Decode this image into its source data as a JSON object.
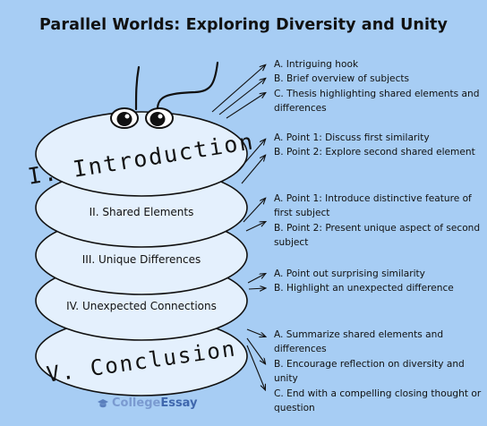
{
  "title": "Parallel Worlds: Exploring Diversity and Unity",
  "sections": [
    {
      "label": "I. Introduction"
    },
    {
      "label": "II. Shared Elements"
    },
    {
      "label": "III. Unique Differences"
    },
    {
      "label": "IV. Unexpected Connections"
    },
    {
      "label": "V. Conclusion"
    }
  ],
  "notes": {
    "introduction": [
      "A. Intriguing hook",
      "B. Brief overview of subjects",
      "C. Thesis highlighting shared elements and differences"
    ],
    "shared": [
      "A. Point 1: Discuss first similarity",
      "B. Point 2: Explore second shared element"
    ],
    "unique": [
      "A. Point 1: Introduce distinctive feature of first subject",
      "B. Point 2: Present unique aspect of second subject"
    ],
    "connections": [
      "A. Point out surprising similarity",
      "B. Highlight an unexpected difference"
    ],
    "conclusion": [
      "A. Summarize shared elements and differences",
      "B. Encourage reflection on diversity and unity",
      "C. End with a compelling closing thought or question"
    ]
  },
  "logo": {
    "part1": "College",
    "part2": "Essay",
    "icon": "graduation-cap-icon"
  },
  "colors": {
    "background": "#a7cdf4",
    "segment_fill": "#e4f0fd",
    "outline": "#111111",
    "logo": "#5a7fbd"
  }
}
